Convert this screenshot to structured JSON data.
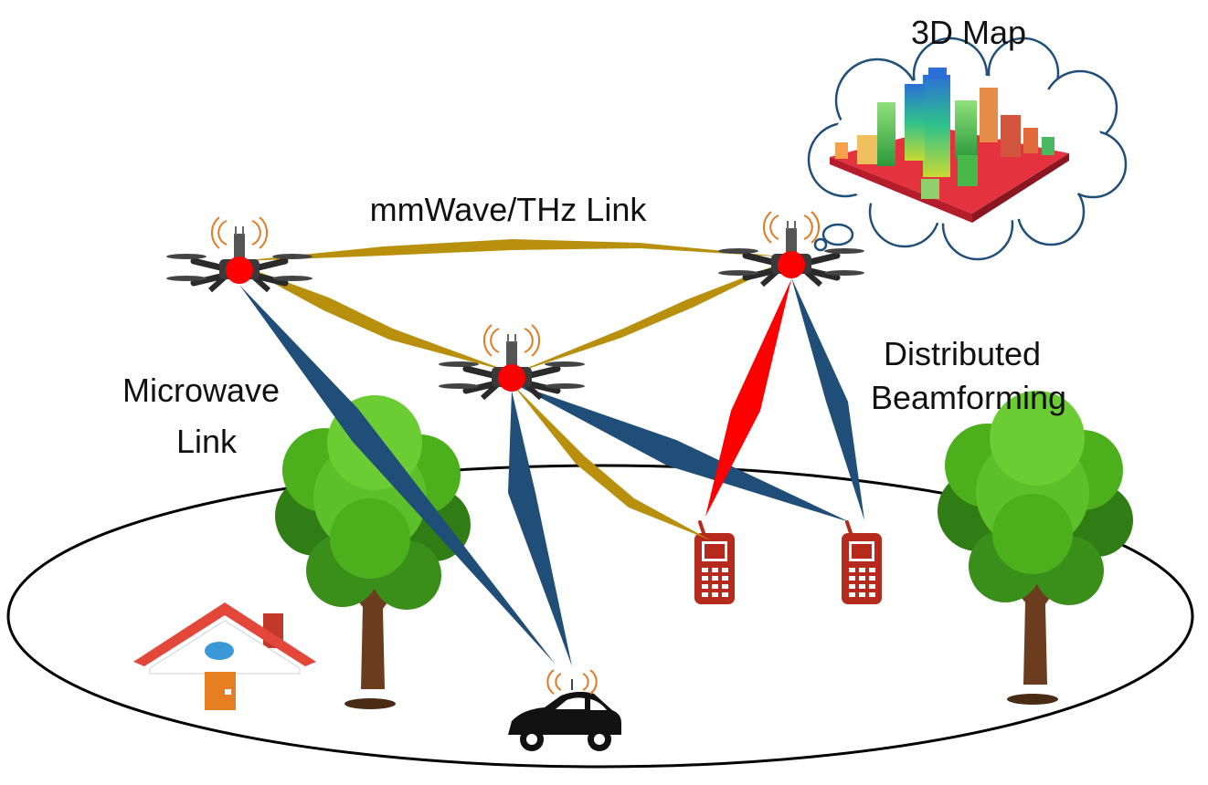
{
  "labels": {
    "map_title": "3D Map",
    "mmwave_link": "mmWave/THz Link",
    "microwave_line1": "Microwave",
    "microwave_line2": "Link",
    "beamforming_line1": "Distributed",
    "beamforming_line2": "Beamforming"
  },
  "colors": {
    "mmwave_beam": "#b8900e",
    "microwave_beam": "#1f4e79",
    "beamforming_beam": "#ff0000",
    "drone_core": "#ff0000",
    "tree_foliage": "#4caf1c",
    "tree_trunk": "#6b3d1e",
    "phone": "#b52a1c",
    "house_roof": "#e2473a",
    "house_door": "#e87e22",
    "car": "#111111"
  }
}
